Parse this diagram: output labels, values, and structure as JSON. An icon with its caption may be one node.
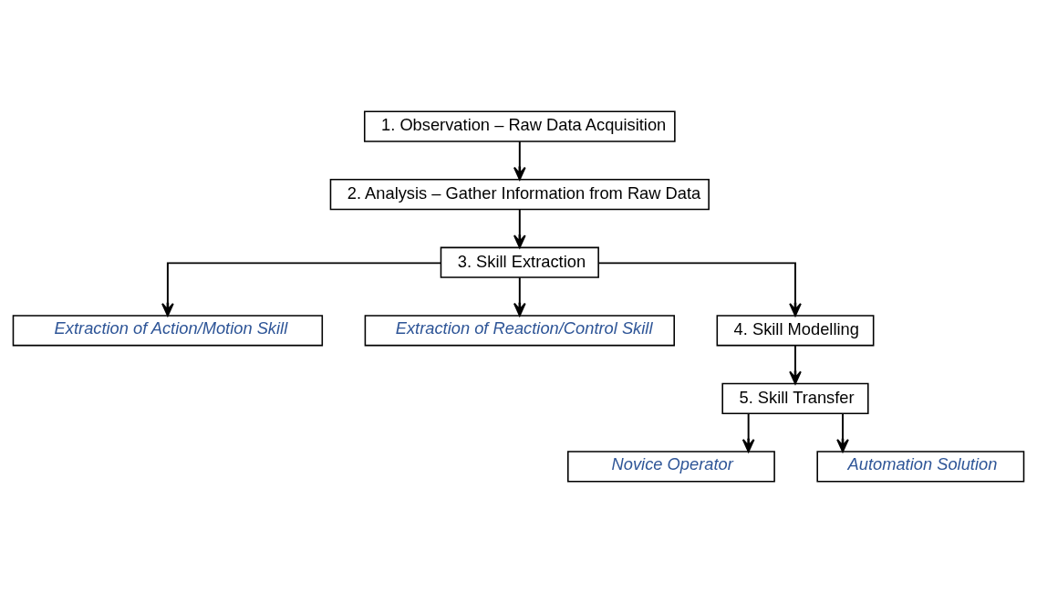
{
  "diagram": {
    "nodes": [
      {
        "text": [
          "1. Observation – Raw Data Acquisition"
        ]
      },
      {
        "text": [
          "2. Analysis – Gather Information from Raw Data"
        ]
      },
      {
        "text": [
          "3. Skill Extraction"
        ]
      },
      {
        "text": [
          "Extraction of Action/Motion Skill"
        ]
      },
      {
        "text": [
          "Extraction of Reaction/Control Skill"
        ]
      },
      {
        "text": [
          "4. Skill Modelling"
        ]
      },
      {
        "text": [
          "5. Skill Transfer"
        ]
      },
      {
        "text": [
          "Novice Operator"
        ]
      },
      {
        "text": [
          "Automation Solution"
        ]
      }
    ],
    "edges": [
      {
        "from": 0,
        "to": 1,
        "arrow": "to"
      },
      {
        "from": 1,
        "to": 2,
        "arrow": "to"
      },
      {
        "from": 2,
        "to": 3,
        "arrow": "to"
      },
      {
        "from": 2,
        "to": 5,
        "arrow": "to"
      },
      {
        "from": 2,
        "to": 4,
        "arrow": "to"
      },
      {
        "from": 5,
        "to": 6,
        "arrow": "to"
      },
      {
        "from": 6,
        "to": 7,
        "arrow": "to"
      },
      {
        "from": 6,
        "to": 8,
        "arrow": "to"
      }
    ]
  }
}
